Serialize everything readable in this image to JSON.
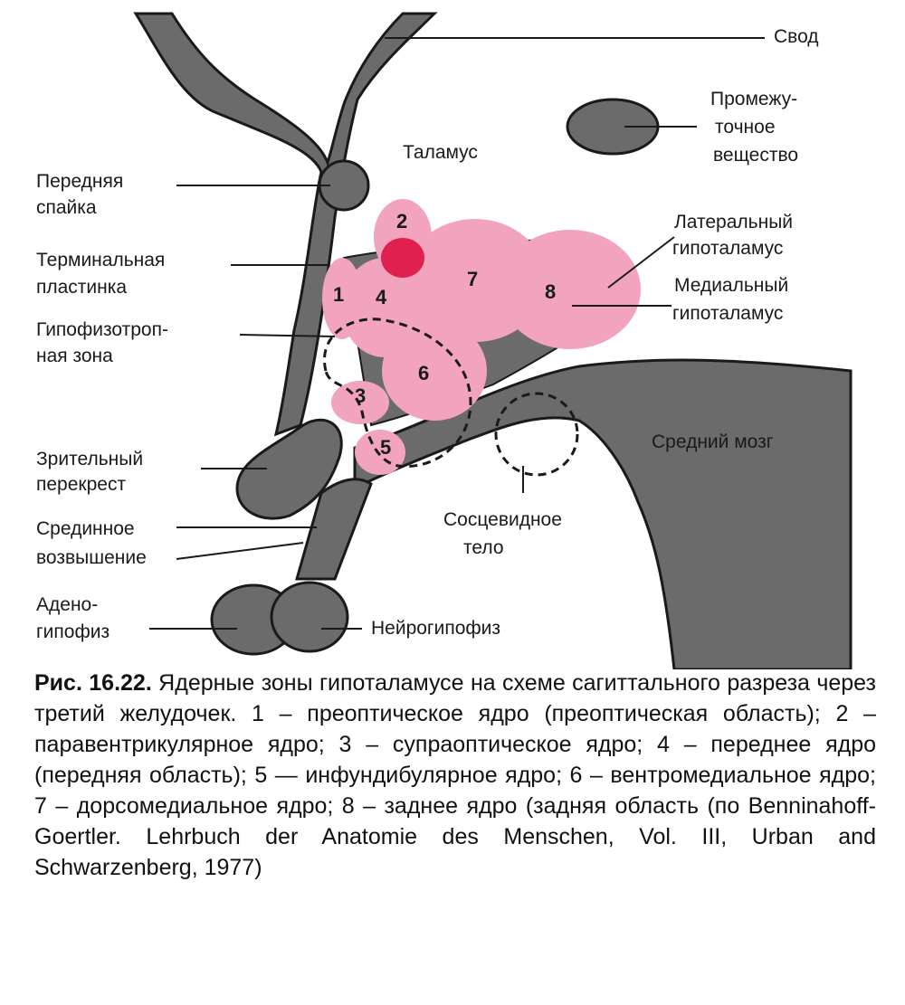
{
  "labels": {
    "svod": "Свод",
    "promezhutochnoe": [
      "Промежу-",
      "точное",
      "вещество"
    ],
    "talamus": "Таламус",
    "perednyaya_spayka": [
      "Передняя",
      "спайка"
    ],
    "terminalnaya": [
      "Терминальная",
      "пластинка"
    ],
    "gipofizotropnaya": [
      "Гипофизотроп-",
      "ная зона"
    ],
    "lateralny": [
      "Латеральный",
      "гипоталамус"
    ],
    "medialny": [
      "Медиальный",
      "гипоталамус"
    ],
    "zritelny": [
      "Зрительный",
      "перекрест"
    ],
    "sredinnoe": [
      "Срединное",
      "возвышение"
    ],
    "srednij_mozg": "Средний мозг",
    "sosce": [
      "Сосцевидное",
      "тело"
    ],
    "adeno": [
      "Адено-",
      "гипофиз"
    ],
    "neyro": "Нейрогипофиз"
  },
  "nuclei": [
    "1",
    "2",
    "3",
    "4",
    "5",
    "6",
    "7",
    "8"
  ],
  "caption": {
    "label": "Рис. 16.22.",
    "text": " Ядерные зоны гипоталамусе на схеме сагиттального разреза через третий желудочек. 1 – преоптическое ядро (преоптическая область); 2 – паравентрикулярное ядро; 3 – супраоптическое ядро; 4 – переднее ядро (передняя область); 5 — инфундибулярное ядро; 6 – вентромедиальное ядро; 7 – дорсомедиальное ядро; 8 – заднее ядро (задняя область (по Benninahoff-Goertler. Lehrbuch der Anatomie des Menschen, Vol. III, Urban and Schwarzenberg, 1977)"
  },
  "colors": {
    "gray": "#6b6b6b",
    "pink": "#f2a3bd",
    "red": "#e0204d",
    "dark": "#1a1a1a"
  }
}
